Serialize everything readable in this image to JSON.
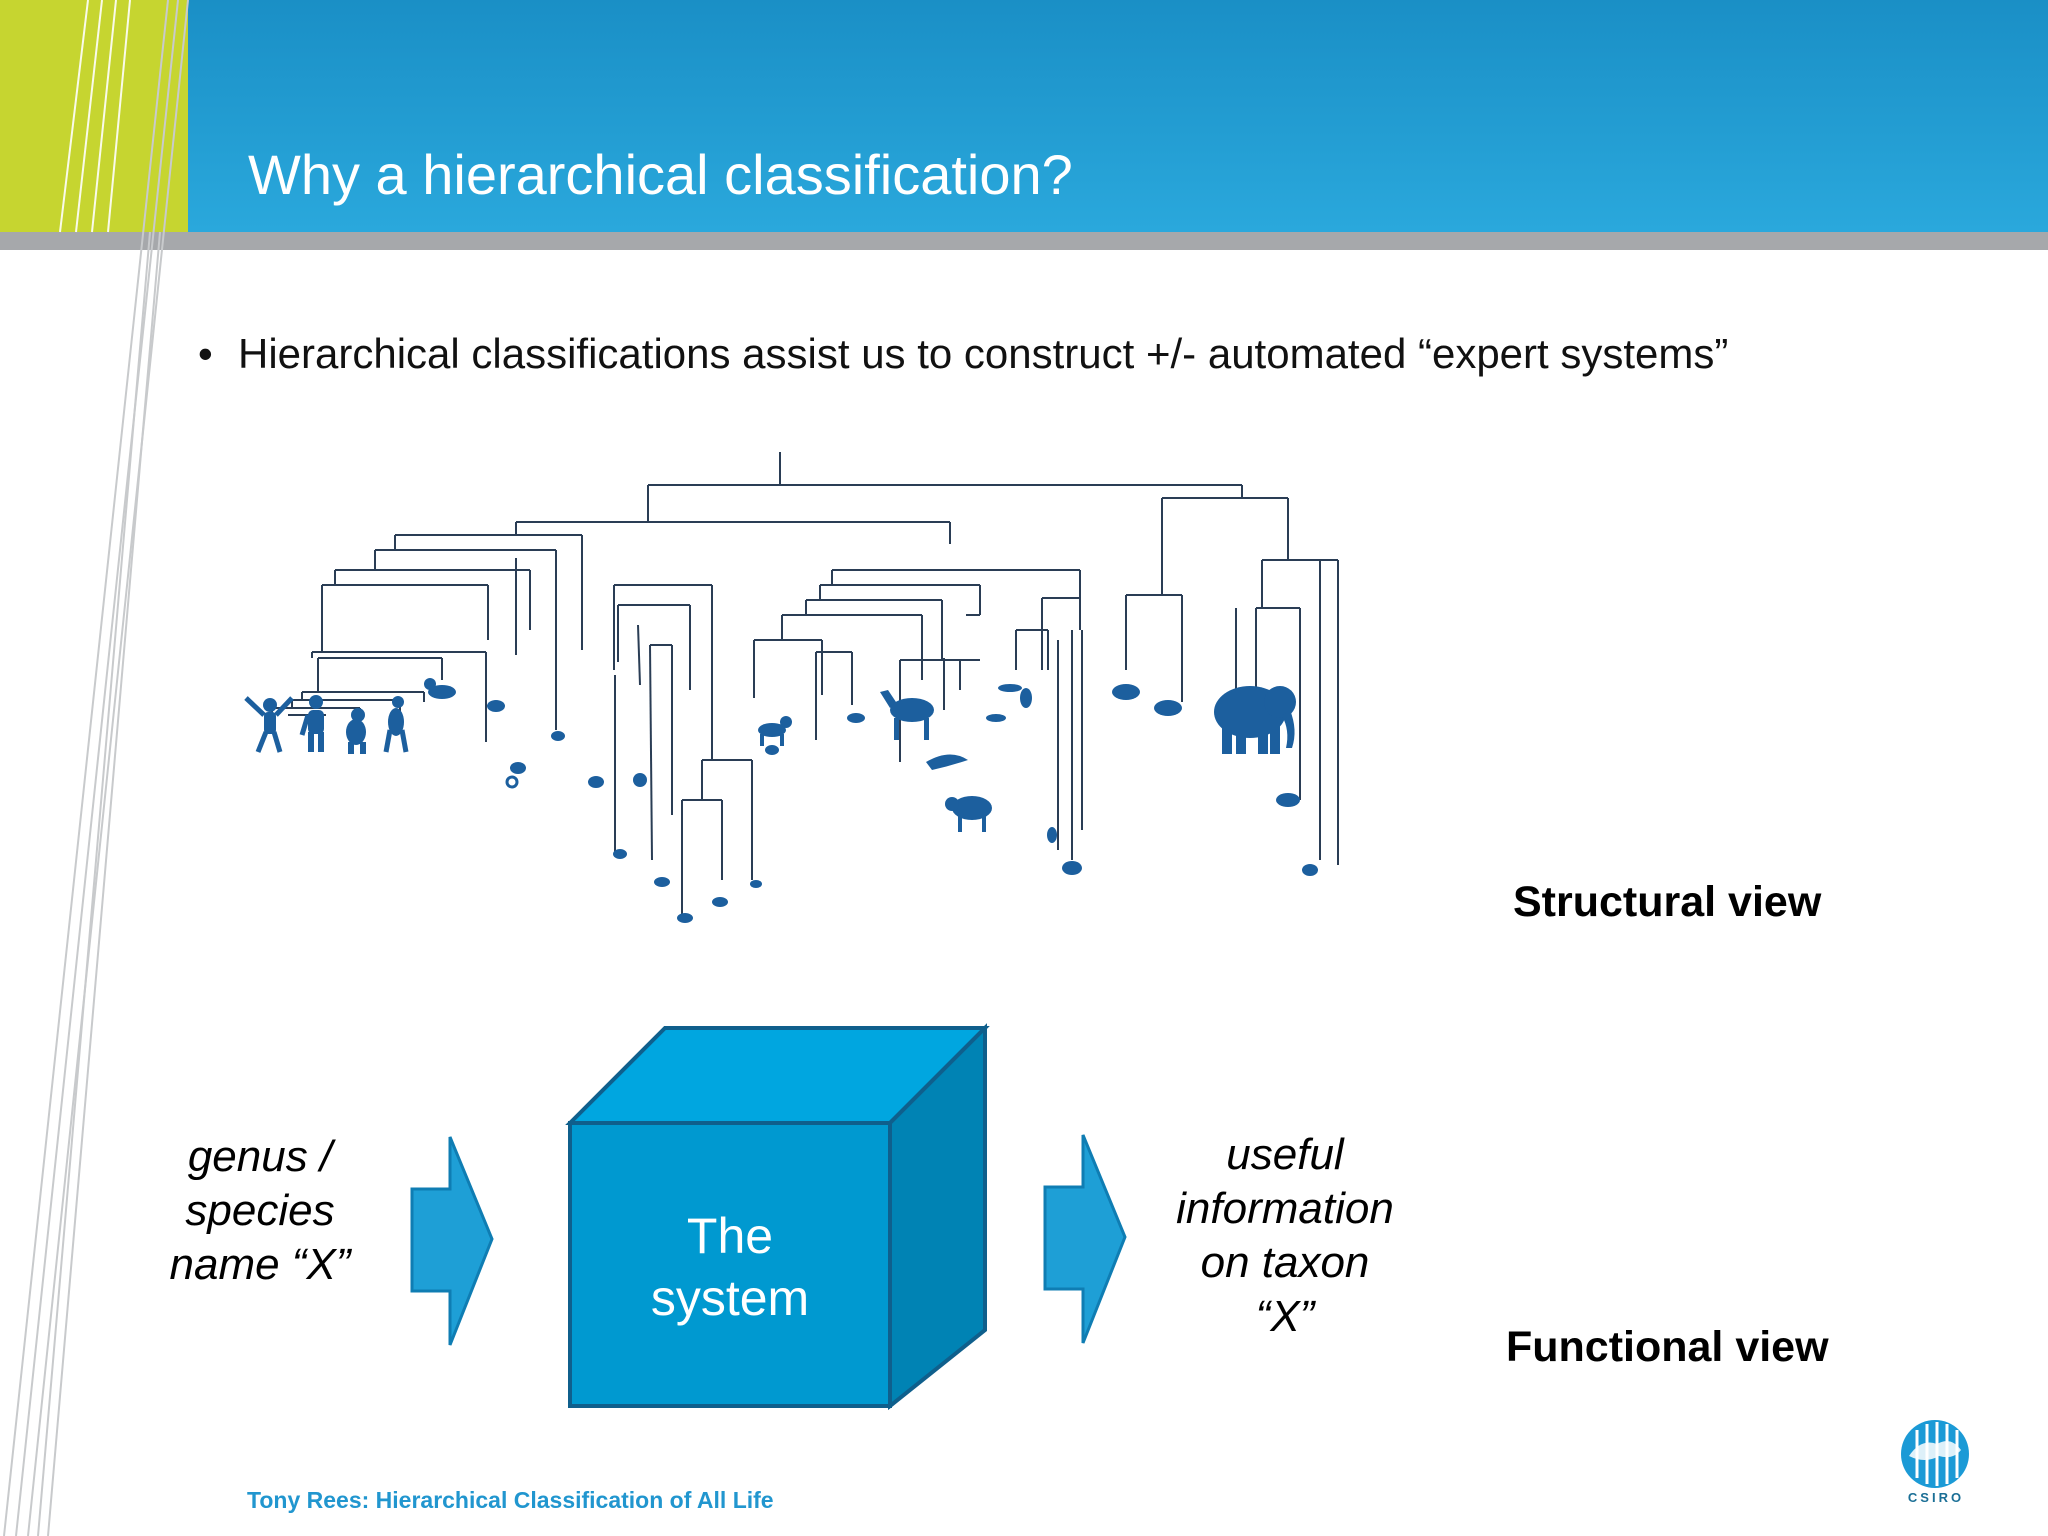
{
  "slide": {
    "title": "Why a hierarchical classification?",
    "bullet": "Hierarchical classifications assist us to construct +/- automated “expert systems”",
    "bullet_marker": "•"
  },
  "structural_view": {
    "label": "Structural view",
    "illustration": "phylogenetic-tree-of-mammals"
  },
  "functional_view": {
    "label": "Functional view",
    "input_lines": [
      "genus /",
      "species",
      "name “X”"
    ],
    "box_lines": [
      "The",
      "system"
    ],
    "output_lines": [
      "useful",
      "information",
      "on taxon",
      "“X”"
    ]
  },
  "footer": {
    "text": "Tony Rees: Hierarchical Classification of All Life"
  },
  "logo": {
    "name": "CSIRO",
    "color": "#1b9ad6"
  },
  "colors": {
    "header_blue": "#2aa8dc",
    "accent_green": "#c6d530",
    "cube_front": "#0099d0",
    "cube_top": "#00a6e0",
    "cube_side": "#0083b4",
    "arrow_fill": "#1e9fd6",
    "silhouette": "#1c5f9e"
  }
}
